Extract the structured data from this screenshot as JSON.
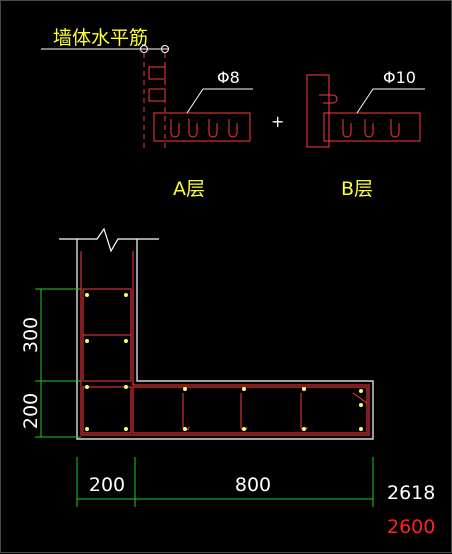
{
  "title": "墙体水平筋",
  "layer_a": {
    "label": "A层",
    "bar_spec": "Φ8"
  },
  "layer_b": {
    "label": "B层",
    "bar_spec": "Φ10"
  },
  "join_symbol": "+",
  "dimensions": {
    "vertical": [
      "300",
      "200"
    ],
    "horizontal": [
      "200",
      "800"
    ]
  },
  "totals": {
    "computed": "2618",
    "reference": "2600"
  },
  "colors": {
    "background": "#000000",
    "outline": "#ffffff",
    "rebar": "#ff3b3b",
    "dimension": "#22cc22",
    "label": "#ffff33",
    "rebar_dot": "#ffff66",
    "total_computed": "#ffffff",
    "total_reference": "#ff2020"
  }
}
